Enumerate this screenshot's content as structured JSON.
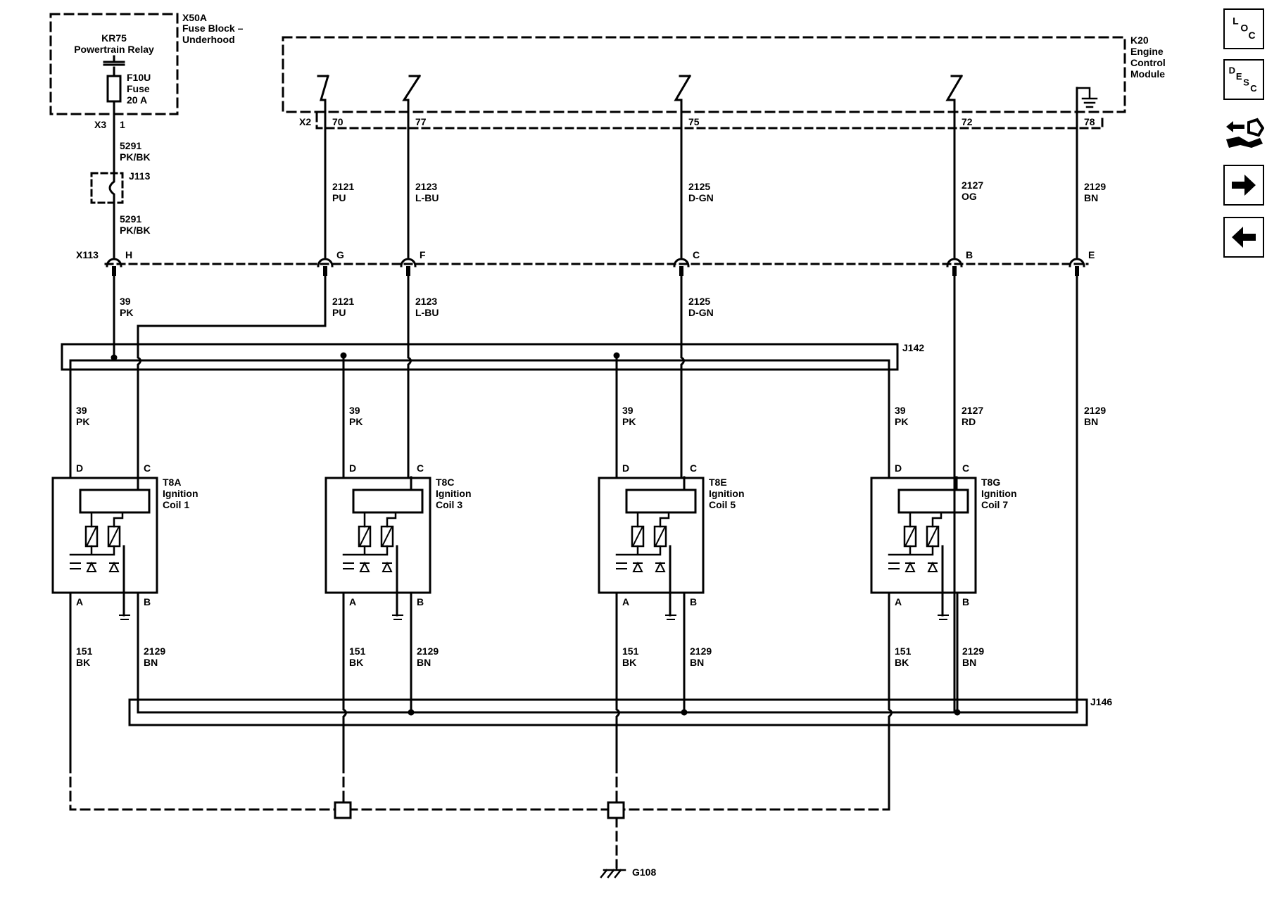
{
  "modules": {
    "fuse_block": {
      "id": "X50A",
      "name_l1": "Fuse Block –",
      "name_l2": "Underhood"
    },
    "relay": {
      "id": "KR75",
      "name": "Powertrain Relay"
    },
    "fuse": {
      "id": "F10U",
      "name": "Fuse",
      "rating": "20 A"
    },
    "ecm": {
      "id": "K20",
      "name_l1": "Engine",
      "name_l2": "Control",
      "name_l3": "Module"
    }
  },
  "connectors": {
    "x3": "X3",
    "x3_pin": "1",
    "x2": "X2",
    "x113": "X113",
    "j113": "J113",
    "j142": "J142",
    "j146": "J146",
    "ground": "G108"
  },
  "ecm_pins": [
    "70",
    "77",
    "75",
    "72",
    "78"
  ],
  "x113_pins": [
    "H",
    "G",
    "F",
    "C",
    "B",
    "E"
  ],
  "wires": {
    "w5291_num": "5291",
    "w5291_color": "PK/BK",
    "w39_num": "39",
    "w39_color": "PK",
    "w2121_num": "2121",
    "w2121_color": "PU",
    "w2123_num": "2123",
    "w2123_color": "L-BU",
    "w2125_num": "2125",
    "w2125_color": "D-GN",
    "w2127_num": "2127",
    "w2127_color_top": "OG",
    "w2127_color_bottom": "RD",
    "w2129_num": "2129",
    "w2129_color": "BN",
    "w151_num": "151",
    "w151_color": "BK"
  },
  "coils": [
    {
      "id": "T8A",
      "name": "Ignition",
      "num": "Coil 1"
    },
    {
      "id": "T8C",
      "name": "Ignition",
      "num": "Coil 3"
    },
    {
      "id": "T8E",
      "name": "Ignition",
      "num": "Coil 5"
    },
    {
      "id": "T8G",
      "name": "Ignition",
      "num": "Coil 7"
    }
  ],
  "coil_pins": {
    "a": "A",
    "b": "B",
    "c": "C",
    "d": "D"
  },
  "sidebar": {
    "loc": {
      "l1": "L",
      "l2": "O",
      "l3": "C",
      "icon": "location-icon"
    },
    "desc": {
      "l1": "D",
      "l2": "E",
      "l3": "S",
      "l4": "C",
      "icon": "description-icon"
    },
    "connector_icon": "connector-end-view-icon",
    "next_icon": "arrow-right-icon",
    "prev_icon": "arrow-left-icon"
  }
}
